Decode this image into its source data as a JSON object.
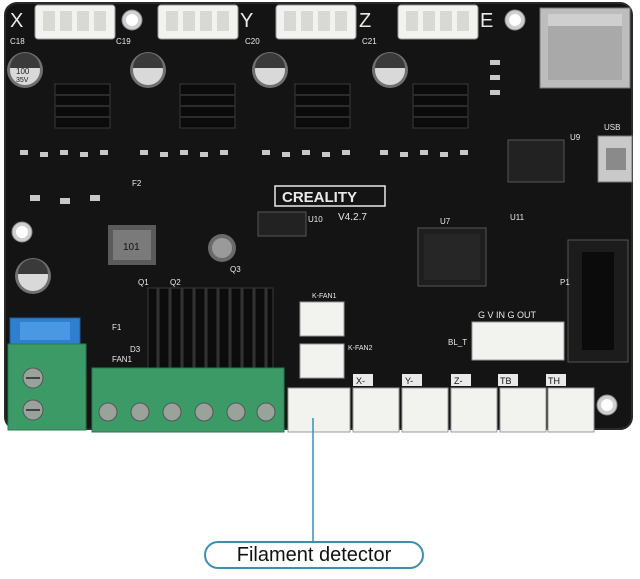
{
  "photo": {
    "subject": "Creality V4.2.7 3D printer mainboard",
    "board": {
      "brand": "CREALITY",
      "version": "V4.2.7",
      "axis_labels": [
        "X",
        "Y",
        "Z",
        "E"
      ],
      "header_labels": [
        "X-",
        "Y-",
        "Z-",
        "TB",
        "TH"
      ],
      "fan_labels": [
        "K-FAN1",
        "K-FAN2",
        "FAN1"
      ],
      "bltouch_label": "BL_T",
      "bltouch_pins": "G V IN G OUT",
      "component_labels": {
        "c18": "C18",
        "c19": "C19",
        "c20": "C20",
        "c21": "C21",
        "u7": "U7",
        "u10": "U10",
        "u9": "U9",
        "u11": "U11",
        "q1": "Q1",
        "q2": "Q2",
        "q3": "Q3",
        "f1": "F1",
        "f2": "F2",
        "d3": "D3",
        "usb": "USB",
        "p1": "P1",
        "cap_100": "100",
        "cap_35v": "35V",
        "inductor_101": "101"
      }
    },
    "callout": {
      "text": "Filament detector"
    }
  },
  "colors": {
    "pcb": "#141414",
    "silkscreen": "#e9e9e9",
    "connector": "#f2f2ef",
    "terminal_green": "#3c9a67",
    "fuse_blue": "#2f7fd1",
    "heatsink": "#111111",
    "callout_line": "#3d8fb0"
  }
}
